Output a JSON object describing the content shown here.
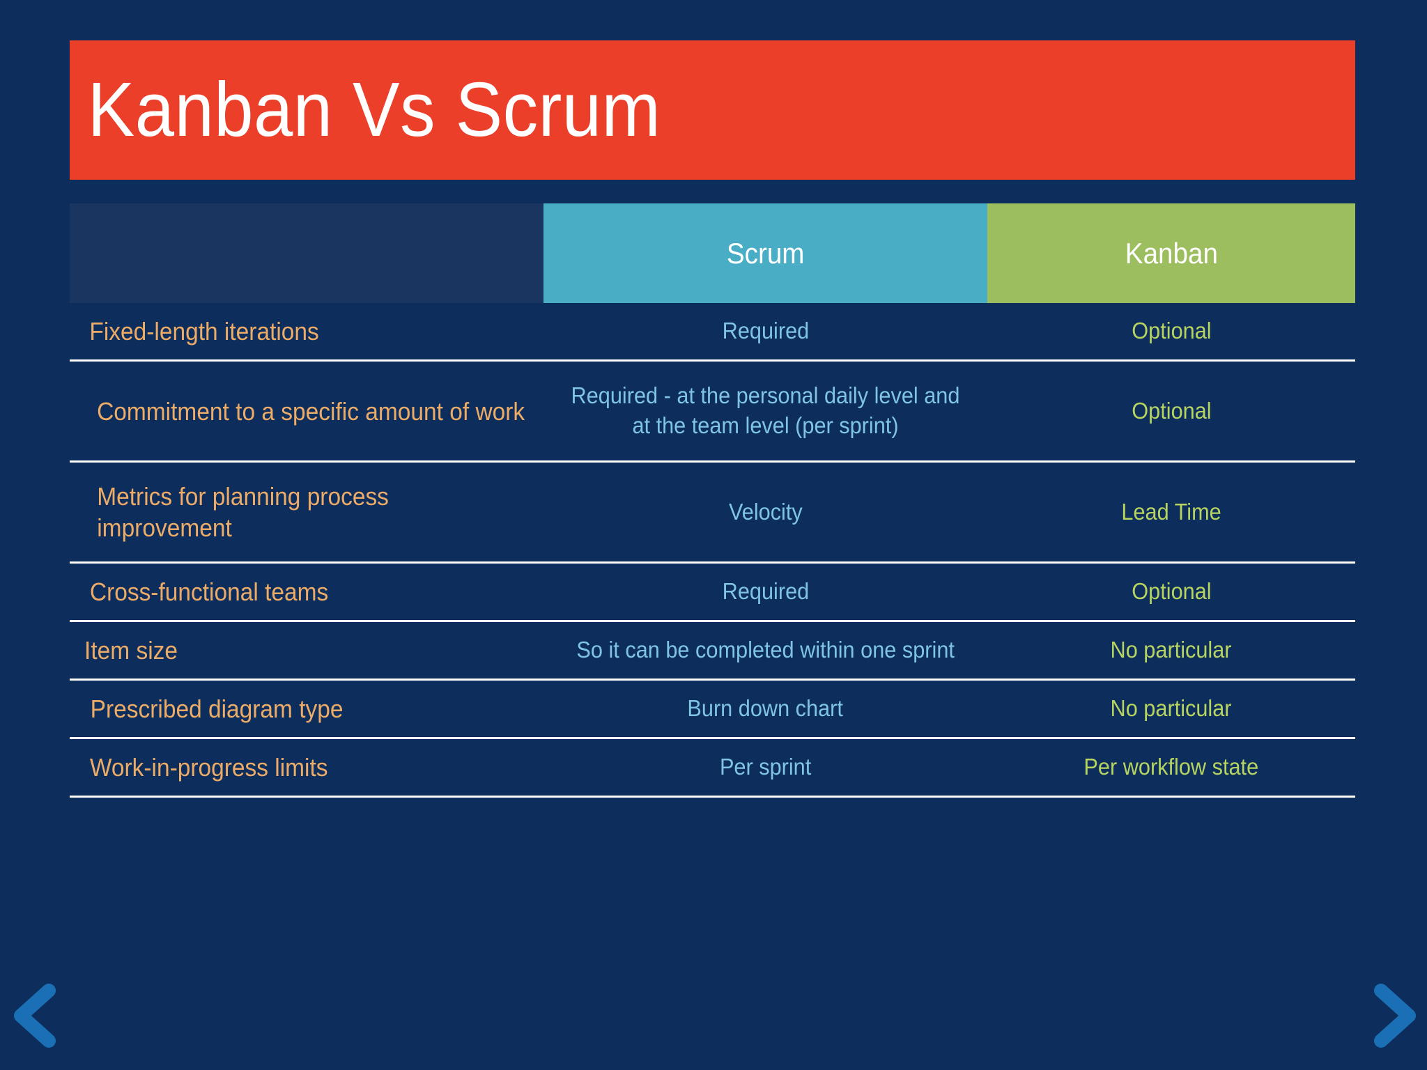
{
  "slide": {
    "title": "Kanban Vs Scrum",
    "background_color": "#0d2d5c",
    "title_banner_color": "#eb3f2a"
  },
  "table": {
    "headers": {
      "blank": "",
      "scrum": "Scrum",
      "kanban": "Kanban"
    },
    "header_colors": {
      "blank": "#1a3560",
      "scrum": "#4aadc6",
      "kanban": "#9cbe5e"
    },
    "text_colors": {
      "label": "#ecac68",
      "scrum": "#7fc4e2",
      "kanban": "#b6d45f"
    },
    "rows": [
      {
        "label": "Fixed-length iterations",
        "scrum": "Required",
        "kanban": "Optional"
      },
      {
        "label": "Commitment to a specific amount of work",
        "scrum": "Required - at the personal daily level and at the team level (per sprint)",
        "kanban": "Optional"
      },
      {
        "label": "Metrics for planning process improvement",
        "scrum": "Velocity",
        "kanban": "Lead Time"
      },
      {
        "label": "Cross-functional teams",
        "scrum": "Required",
        "kanban": "Optional"
      },
      {
        "label": "Item size",
        "scrum": "So it can be completed within one sprint",
        "kanban": "No particular"
      },
      {
        "label": "Prescribed diagram type",
        "scrum": "Burn down chart",
        "kanban": "No particular"
      },
      {
        "label": "Work-in-progress limits",
        "scrum": "Per sprint",
        "kanban": "Per workflow state"
      }
    ]
  },
  "navigation": {
    "previous_icon": "chevron-left-icon",
    "next_icon": "chevron-right-icon",
    "arrow_color": "#1a6fb5"
  }
}
